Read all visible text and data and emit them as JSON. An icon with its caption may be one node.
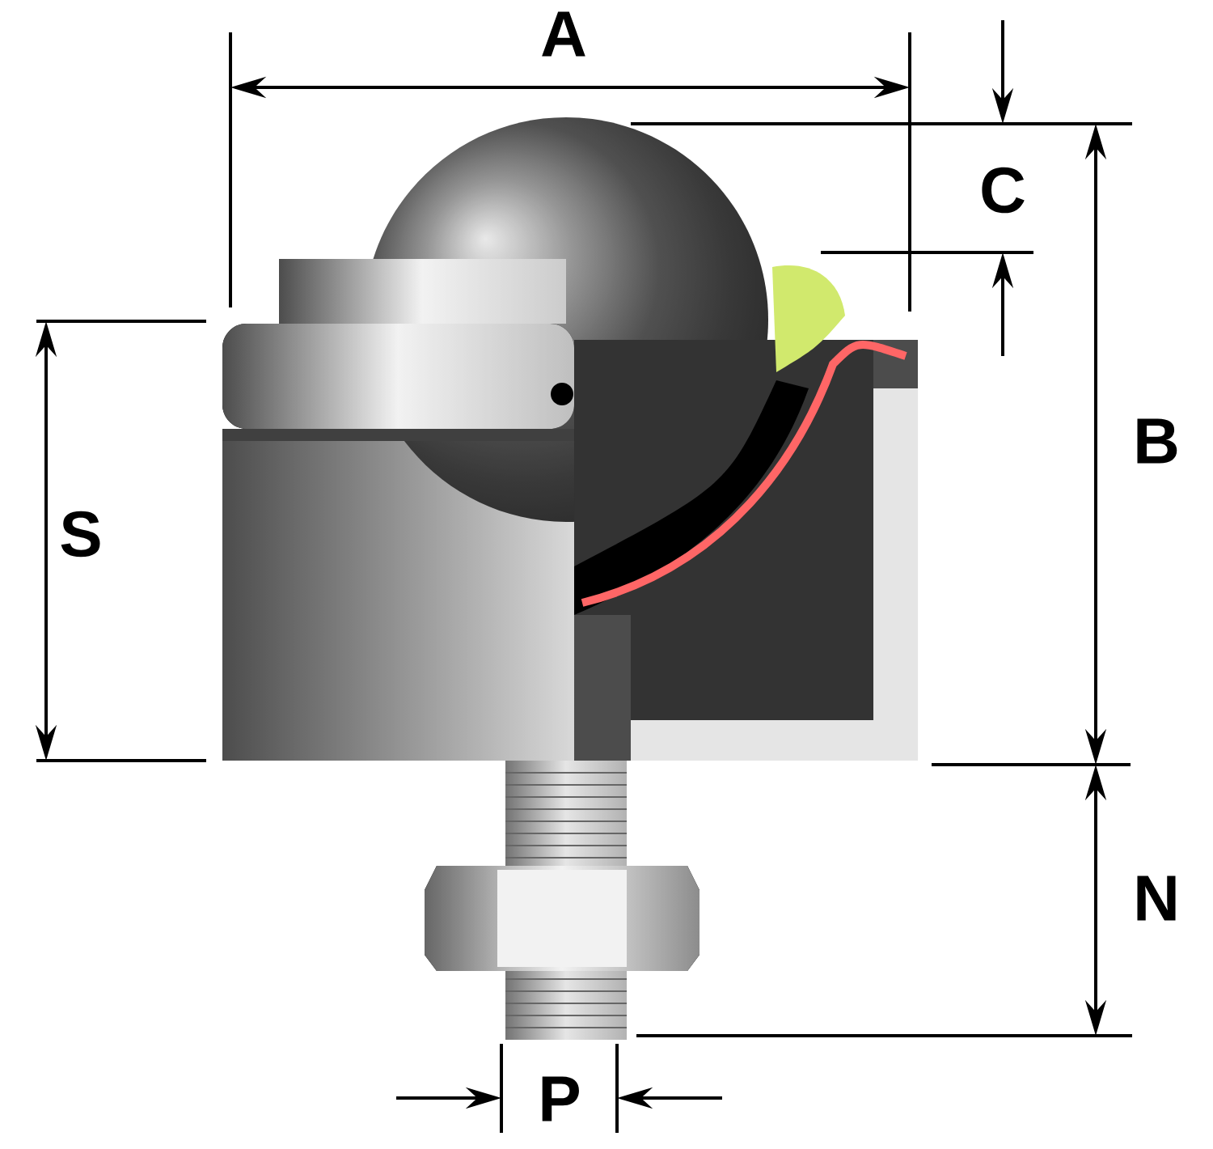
{
  "diagram": {
    "labels": [
      "A",
      "C",
      "B",
      "S",
      "N",
      "P"
    ]
  }
}
